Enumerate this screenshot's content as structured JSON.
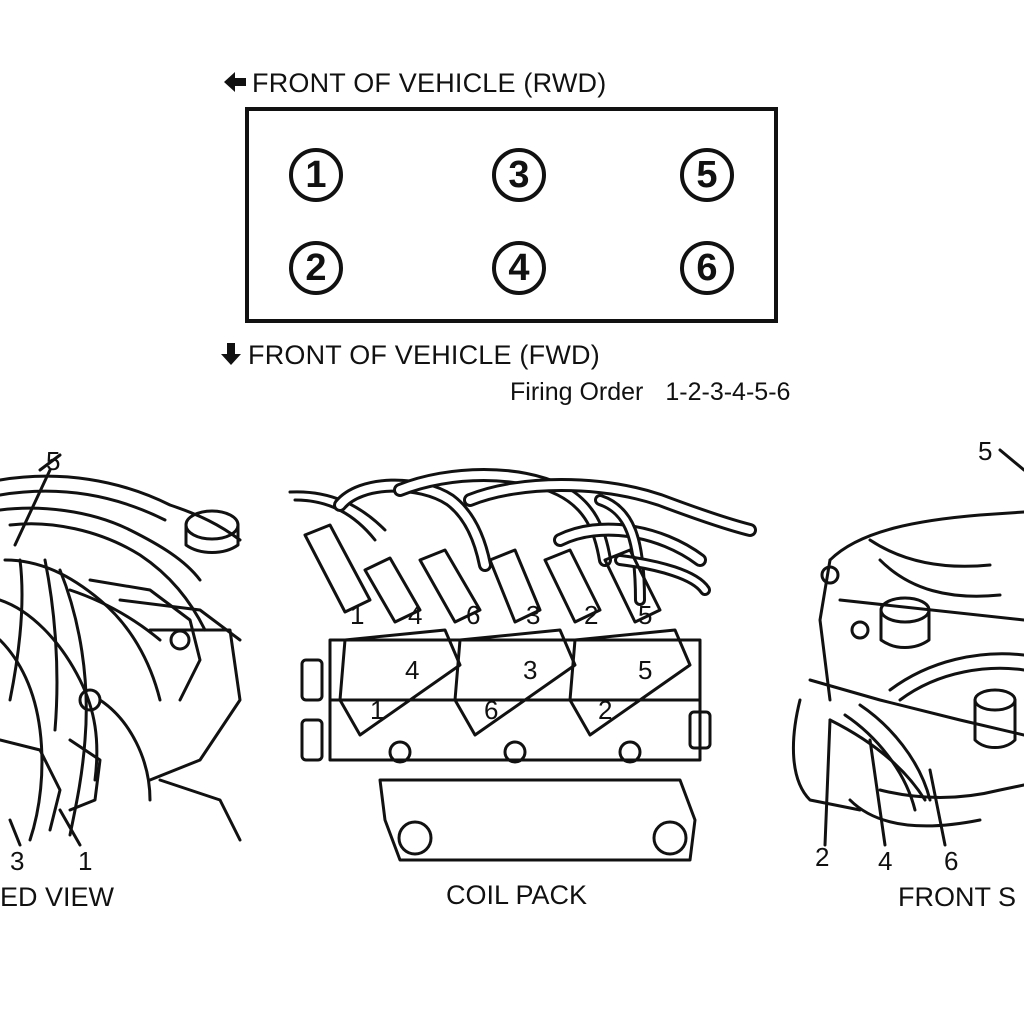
{
  "header": {
    "front_rwd": "FRONT OF VEHICLE (RWD)",
    "front_fwd": "FRONT OF VEHICLE (FWD)",
    "firing_order_label": "Firing Order",
    "firing_order_value": "1-2-3-4-5-6"
  },
  "cylinders": [
    "1",
    "3",
    "5",
    "2",
    "4",
    "6"
  ],
  "views": {
    "left_caption": "ED VIEW",
    "center_caption": "COIL PACK",
    "right_caption": "FRONT S"
  },
  "left_callouts": [
    "5",
    "3",
    "1"
  ],
  "right_callouts": [
    "5",
    "2",
    "4",
    "6"
  ],
  "coil_pack": {
    "wire_tags": [
      "1",
      "4",
      "6",
      "3",
      "2",
      "5"
    ],
    "coil_numbers": [
      "4",
      "1",
      "3",
      "6",
      "5",
      "2"
    ]
  },
  "icons": [
    "arrow-left-icon",
    "arrow-down-icon"
  ]
}
